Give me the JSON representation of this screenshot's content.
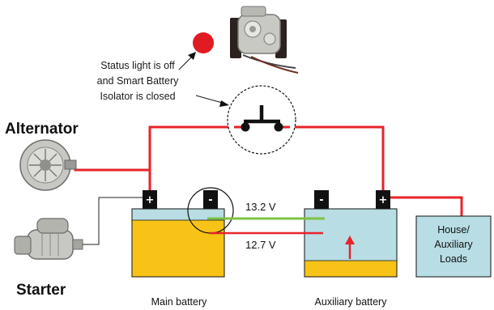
{
  "labels": {
    "status_line1": "Status light is off",
    "status_line2": "and Smart Battery",
    "status_line3": "Isolator is closed",
    "alternator": "Alternator",
    "starter": "Starter",
    "voltage_main": "13.2 V",
    "voltage_aux": "12.7 V",
    "main_battery": "Main battery",
    "aux_battery": "Auxiliary battery",
    "loads_line1": "House/",
    "loads_line2": "Auxiliary",
    "loads_line3": "Loads",
    "plus": "+",
    "minus": "-"
  },
  "colors": {
    "wire": "#e8232a",
    "status_light": "#e11b22",
    "battery_top": "#b8dde4",
    "battery_fill": "#f7c316",
    "sense_wire": "#7dc242",
    "terminal": "#111111"
  },
  "status_light_on": false,
  "isolator_state": "closed"
}
